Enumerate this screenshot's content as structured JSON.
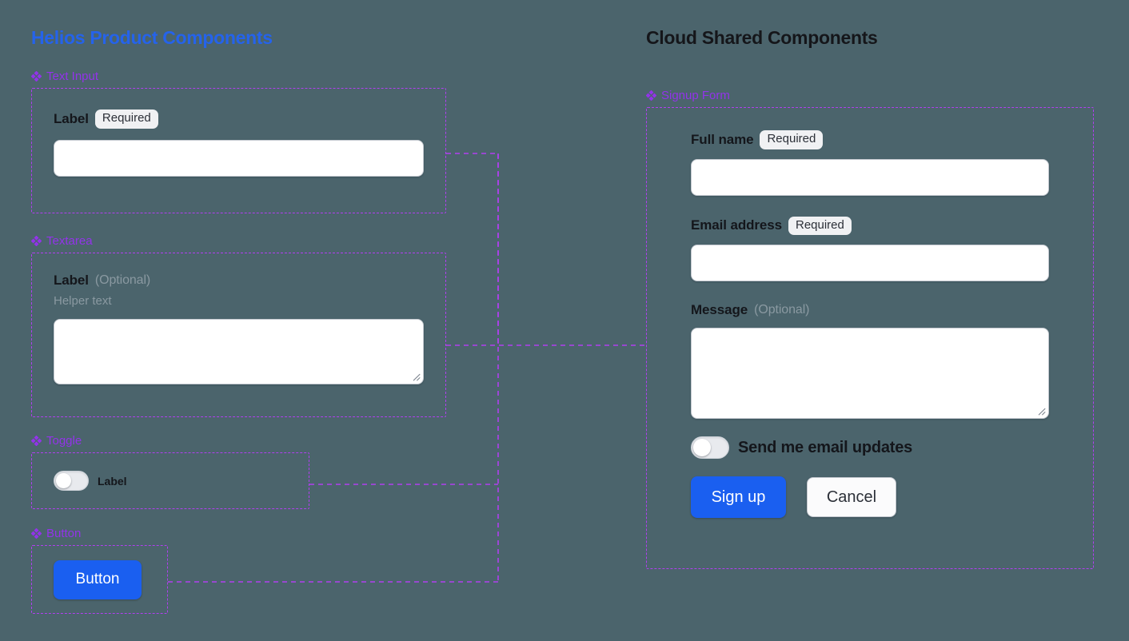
{
  "columns": {
    "left_title": "Helios Product Components",
    "right_title": "Cloud Shared Components"
  },
  "icons": {
    "diamond": "diamond-icon"
  },
  "colors": {
    "background": "#4b646c",
    "left_title": "#2563eb",
    "right_title": "#15161a",
    "group_label": "#9333ea",
    "frame_border": "#b13ff0",
    "connector": "#b13ff0",
    "primary_button": "#1a5ff0",
    "badge_background": "#f0f1f3",
    "muted_text": "#8a99a1"
  },
  "left_groups": [
    {
      "name": "text-input",
      "label": "Text Input",
      "field": {
        "label": "Label",
        "badge": "Required",
        "input_value": "",
        "input_placeholder": ""
      }
    },
    {
      "name": "textarea",
      "label": "Textarea",
      "field": {
        "label": "Label",
        "optional": "(Optional)",
        "helper": "Helper text",
        "textarea_value": "",
        "textarea_placeholder": ""
      }
    },
    {
      "name": "toggle",
      "label": "Toggle",
      "field": {
        "label": "Label",
        "state": "off"
      }
    },
    {
      "name": "button",
      "label": "Button",
      "field": {
        "label": "Button"
      }
    }
  ],
  "signup": {
    "group_label": "Signup Form",
    "full_name": {
      "label": "Full name",
      "badge": "Required",
      "value": "",
      "placeholder": ""
    },
    "email": {
      "label": "Email address",
      "badge": "Required",
      "value": "",
      "placeholder": ""
    },
    "message": {
      "label": "Message",
      "optional": "(Optional)",
      "value": "",
      "placeholder": ""
    },
    "updates_toggle": {
      "label": "Send me email updates",
      "state": "off"
    },
    "submit_label": "Sign up",
    "cancel_label": "Cancel"
  }
}
